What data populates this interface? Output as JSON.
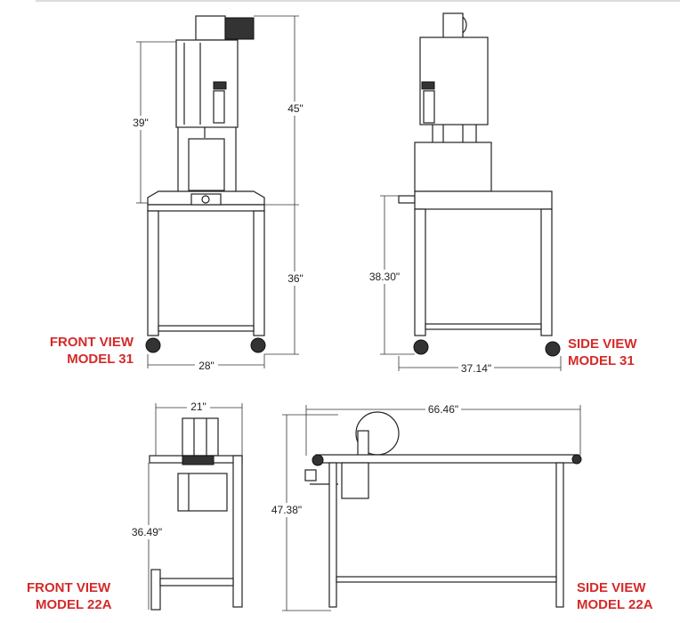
{
  "views": [
    {
      "title": "FRONT VIEW",
      "model": "MODEL 31",
      "dims": {
        "height_upper": "39\"",
        "height_total": "45\"",
        "height_table": "36\"",
        "width": "28\""
      }
    },
    {
      "title": "SIDE VIEW",
      "model": "MODEL 31",
      "dims": {
        "height": "38.30\"",
        "width": "37.14\""
      }
    },
    {
      "title": "FRONT VIEW",
      "model": "MODEL 22A",
      "dims": {
        "width": "21\"",
        "height": "36.49\""
      }
    },
    {
      "title": "SIDE VIEW",
      "model": "MODEL 22A",
      "dims": {
        "width": "66.46\"",
        "height": "47.38\""
      }
    }
  ],
  "colors": {
    "label": "#d42a2a",
    "line": "#222222"
  }
}
